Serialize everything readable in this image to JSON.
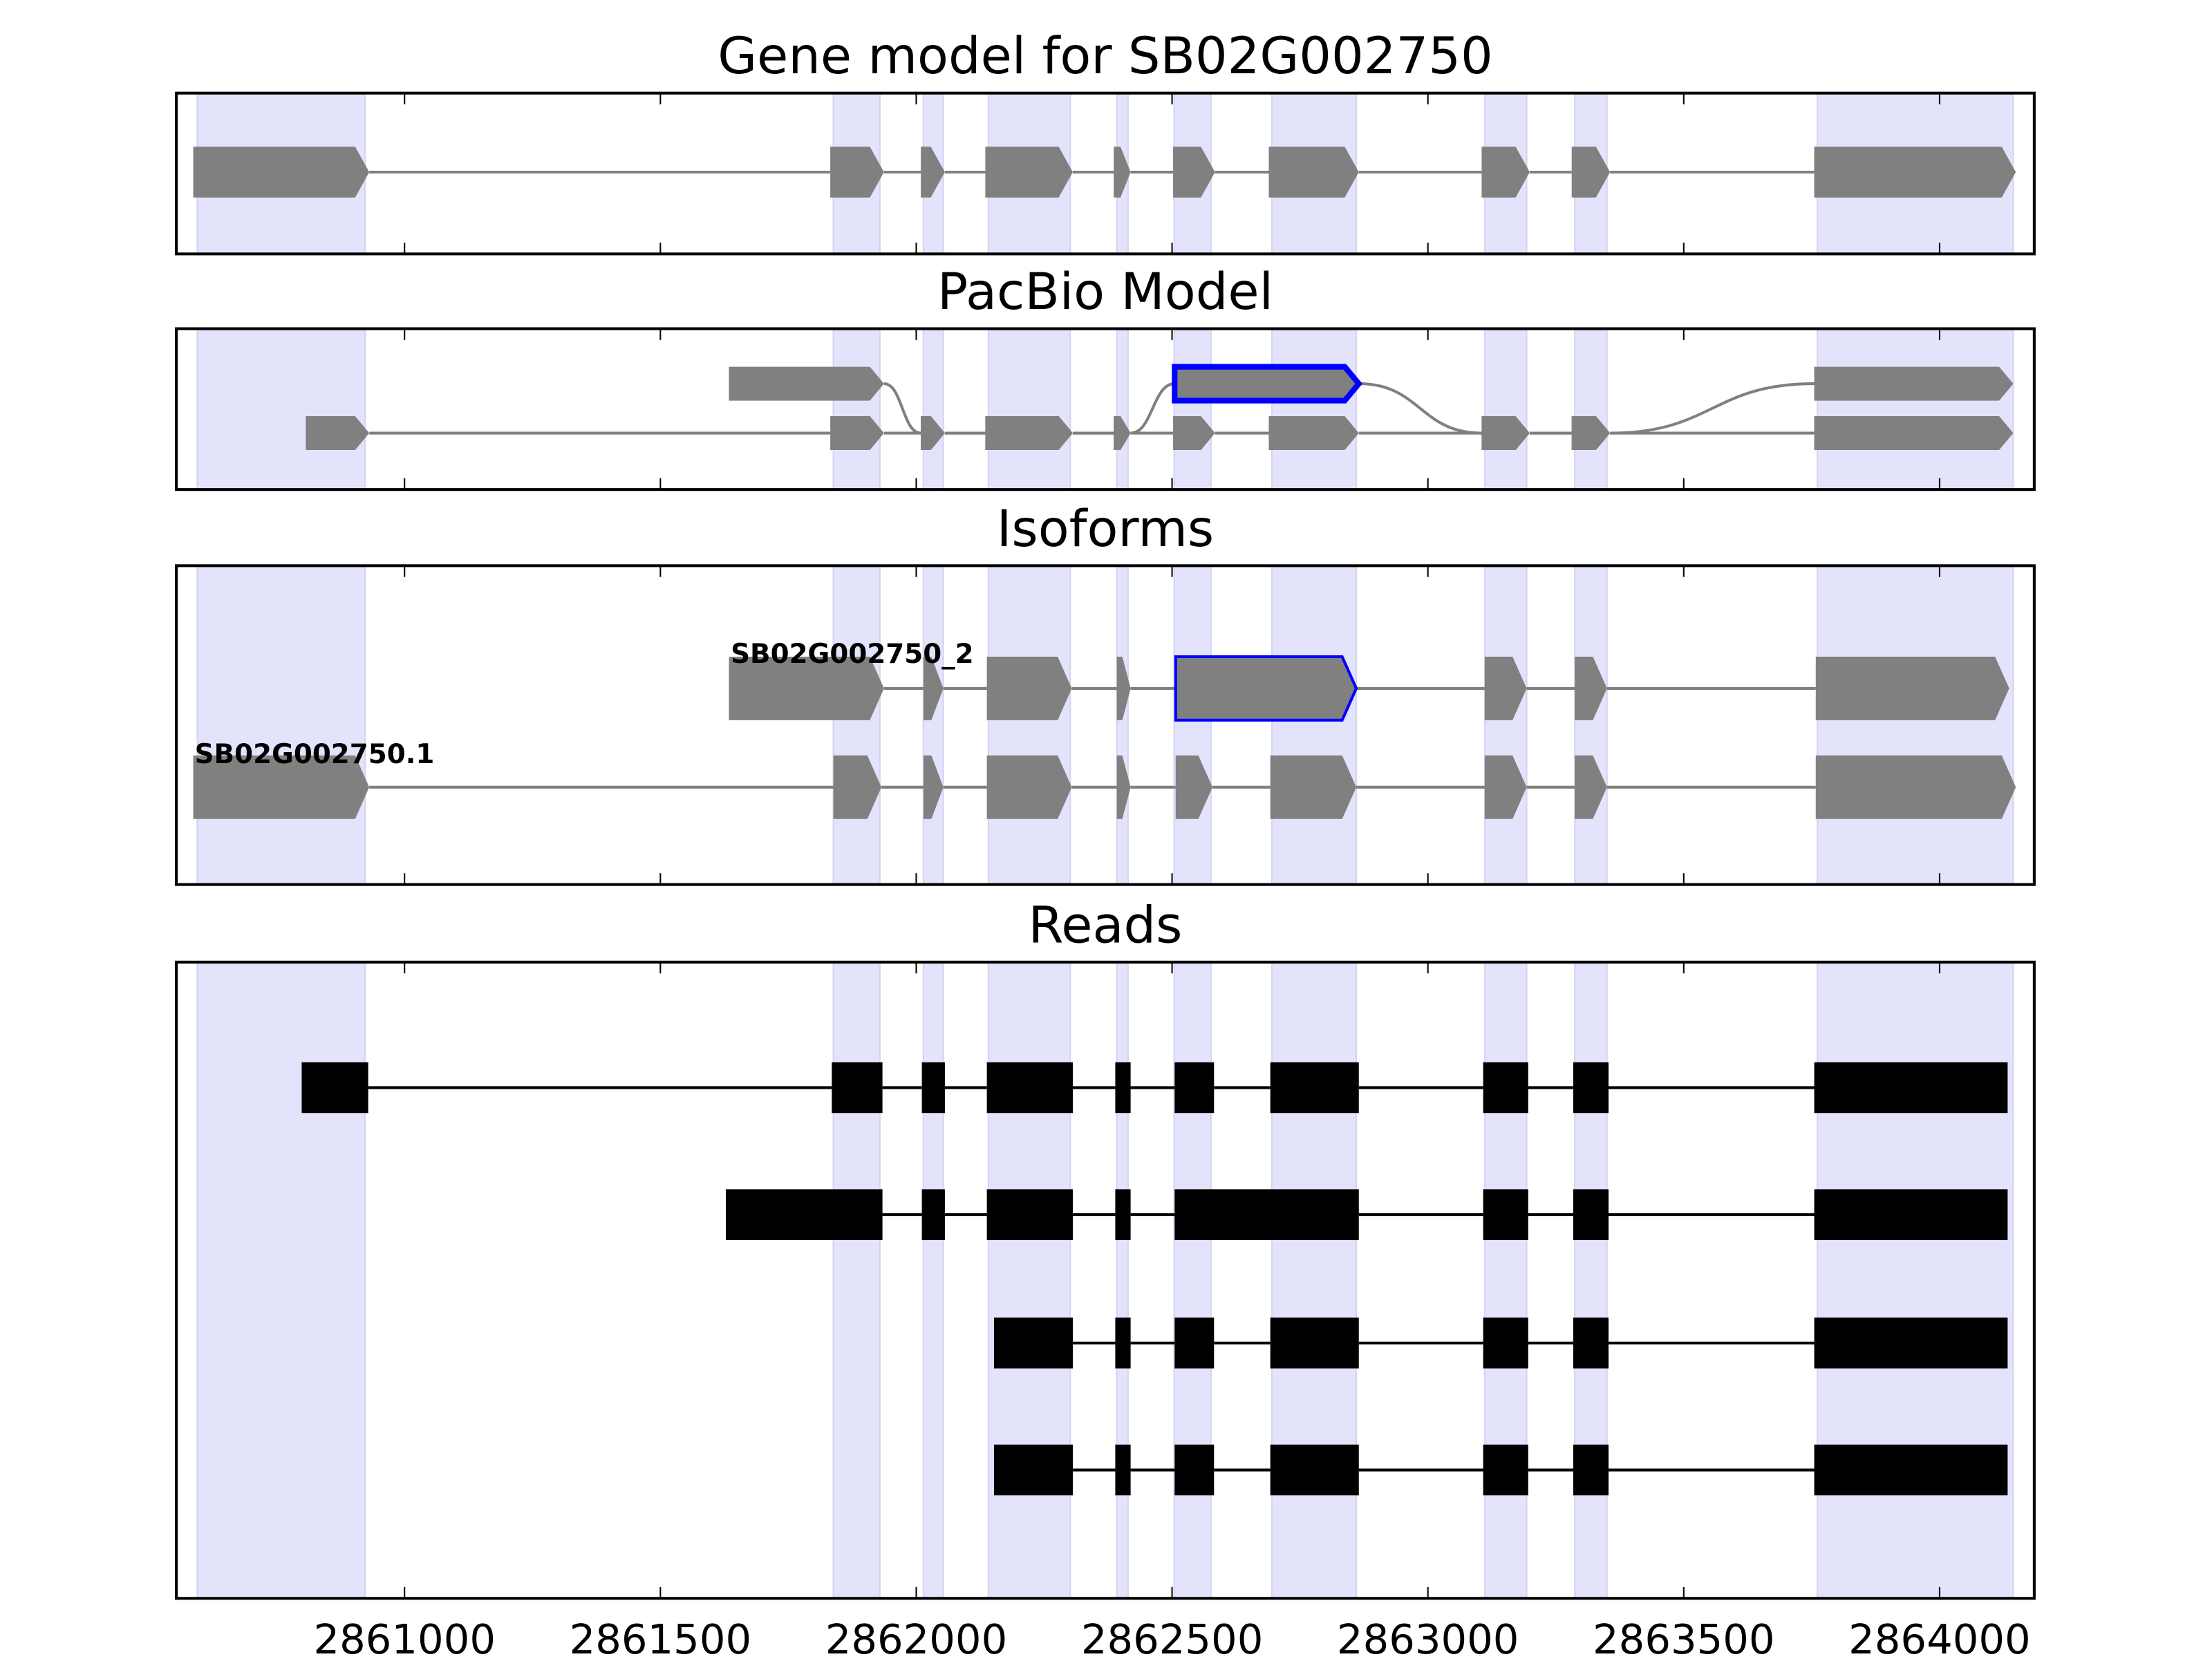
{
  "chart_data": {
    "type": "gene-track",
    "xlim": [
      2860554,
      2864185
    ],
    "x_ticks": [
      2861000,
      2861500,
      2862000,
      2862500,
      2863000,
      2863500,
      2864000
    ],
    "x_tick_labels": [
      "2861000",
      "2861500",
      "2862000",
      "2862500",
      "2863000",
      "2863500",
      "2864000"
    ],
    "shaded_regions": [
      [
        2860595,
        2860923
      ],
      [
        2861838,
        2861929
      ],
      [
        2862014,
        2862053
      ],
      [
        2862141,
        2862301
      ],
      [
        2862392,
        2862414
      ],
      [
        2862504,
        2862576
      ],
      [
        2862695,
        2862860
      ],
      [
        2863111,
        2863193
      ],
      [
        2863287,
        2863350
      ],
      [
        2863761,
        2864144
      ]
    ],
    "colors": {
      "shade": "#e3e3fc",
      "exon": "#808080",
      "highlight": "#0000ff",
      "read": "#000000"
    },
    "panels": [
      {
        "title": "Gene model for SB02G002750",
        "kind": "gene",
        "rows": 1,
        "transcripts": [
          {
            "label": "",
            "exons": [
              [
                2860587,
                2860931,
                0
              ],
              [
                2861832,
                2861937,
                0
              ],
              [
                2862009,
                2862056,
                0
              ],
              [
                2862135,
                2862306,
                0
              ],
              [
                2862386,
                2862419,
                0
              ],
              [
                2862502,
                2862584,
                0
              ],
              [
                2862689,
                2862865,
                0
              ],
              [
                2863105,
                2863199,
                0
              ],
              [
                2863281,
                2863356,
                0
              ],
              [
                2863755,
                2864149,
                0
              ]
            ]
          }
        ]
      },
      {
        "title": "PacBio Model",
        "kind": "gene",
        "rows": 2,
        "transcripts": [
          {
            "label": "",
            "exons": [
              [
                2860807,
                2860931,
                1
              ],
              [
                2861832,
                2861937,
                1
              ],
              [
                2862009,
                2862056,
                1
              ],
              [
                2862135,
                2862306,
                1
              ],
              [
                2862386,
                2862419,
                1
              ],
              [
                2862502,
                2862584,
                1
              ],
              [
                2862689,
                2862865,
                1
              ],
              [
                2863105,
                2863199,
                1
              ],
              [
                2863281,
                2863356,
                1
              ],
              [
                2863755,
                2864144,
                1
              ]
            ]
          },
          {
            "label": "",
            "exons": [
              [
                2861634,
                2861937,
                0
              ],
              [
                2862009,
                2862056,
                1
              ],
              [
                2862135,
                2862306,
                1
              ],
              [
                2862386,
                2862419,
                1
              ],
              [
                2862505,
                2862865,
                0,
                "highlight"
              ],
              [
                2863105,
                2863199,
                1
              ],
              [
                2863281,
                2863356,
                1
              ],
              [
                2863755,
                2864144,
                0
              ]
            ]
          }
        ]
      },
      {
        "title": "Isoforms",
        "kind": "gene",
        "rows": 2,
        "transcripts": [
          {
            "label": "SB02G002750_2",
            "exons": [
              [
                2861634,
                2861937,
                0
              ],
              [
                2862014,
                2862053,
                0
              ],
              [
                2862138,
                2862304,
                0
              ],
              [
                2862392,
                2862419,
                0
              ],
              [
                2862507,
                2862860,
                0,
                "highlight"
              ],
              [
                2863111,
                2863193,
                0
              ],
              [
                2863287,
                2863350,
                0
              ],
              [
                2863758,
                2864136,
                0
              ]
            ]
          },
          {
            "label": "SB02G002750.1",
            "exons": [
              [
                2860587,
                2860931,
                1
              ],
              [
                2861838,
                2861932,
                1
              ],
              [
                2862014,
                2862053,
                1
              ],
              [
                2862138,
                2862304,
                1
              ],
              [
                2862392,
                2862419,
                1
              ],
              [
                2862507,
                2862579,
                1
              ],
              [
                2862692,
                2862860,
                1
              ],
              [
                2863111,
                2863193,
                1
              ],
              [
                2863287,
                2863350,
                1
              ],
              [
                2863758,
                2864149,
                1
              ]
            ]
          }
        ]
      },
      {
        "title": "Reads",
        "kind": "reads",
        "rows": 4,
        "transcripts": [
          {
            "label": "",
            "exons": [
              [
                2860799,
                2860929,
                0
              ],
              [
                2861835,
                2861934,
                0
              ],
              [
                2862011,
                2862056,
                0
              ],
              [
                2862138,
                2862306,
                0
              ],
              [
                2862389,
                2862419,
                0
              ],
              [
                2862505,
                2862582,
                0
              ],
              [
                2862692,
                2862865,
                0
              ],
              [
                2863108,
                2863196,
                0
              ],
              [
                2863284,
                2863353,
                0
              ],
              [
                2863755,
                2864133,
                0
              ]
            ]
          },
          {
            "label": "",
            "exons": [
              [
                2861628,
                2861934,
                1
              ],
              [
                2862011,
                2862056,
                1
              ],
              [
                2862138,
                2862306,
                1
              ],
              [
                2862389,
                2862419,
                1
              ],
              [
                2862505,
                2862865,
                1
              ],
              [
                2863108,
                2863196,
                1
              ],
              [
                2863284,
                2863353,
                1
              ],
              [
                2863755,
                2864133,
                1
              ]
            ]
          },
          {
            "label": "",
            "exons": [
              [
                2862152,
                2862306,
                2
              ],
              [
                2862389,
                2862419,
                2
              ],
              [
                2862505,
                2862582,
                2
              ],
              [
                2862692,
                2862865,
                2
              ],
              [
                2863108,
                2863196,
                2
              ],
              [
                2863284,
                2863353,
                2
              ],
              [
                2863755,
                2864133,
                2
              ]
            ]
          },
          {
            "label": "",
            "exons": [
              [
                2862152,
                2862306,
                3
              ],
              [
                2862389,
                2862419,
                3
              ],
              [
                2862505,
                2862582,
                3
              ],
              [
                2862692,
                2862865,
                3
              ],
              [
                2863108,
                2863196,
                3
              ],
              [
                2863284,
                2863353,
                3
              ],
              [
                2863755,
                2864133,
                3
              ]
            ]
          }
        ]
      }
    ]
  }
}
